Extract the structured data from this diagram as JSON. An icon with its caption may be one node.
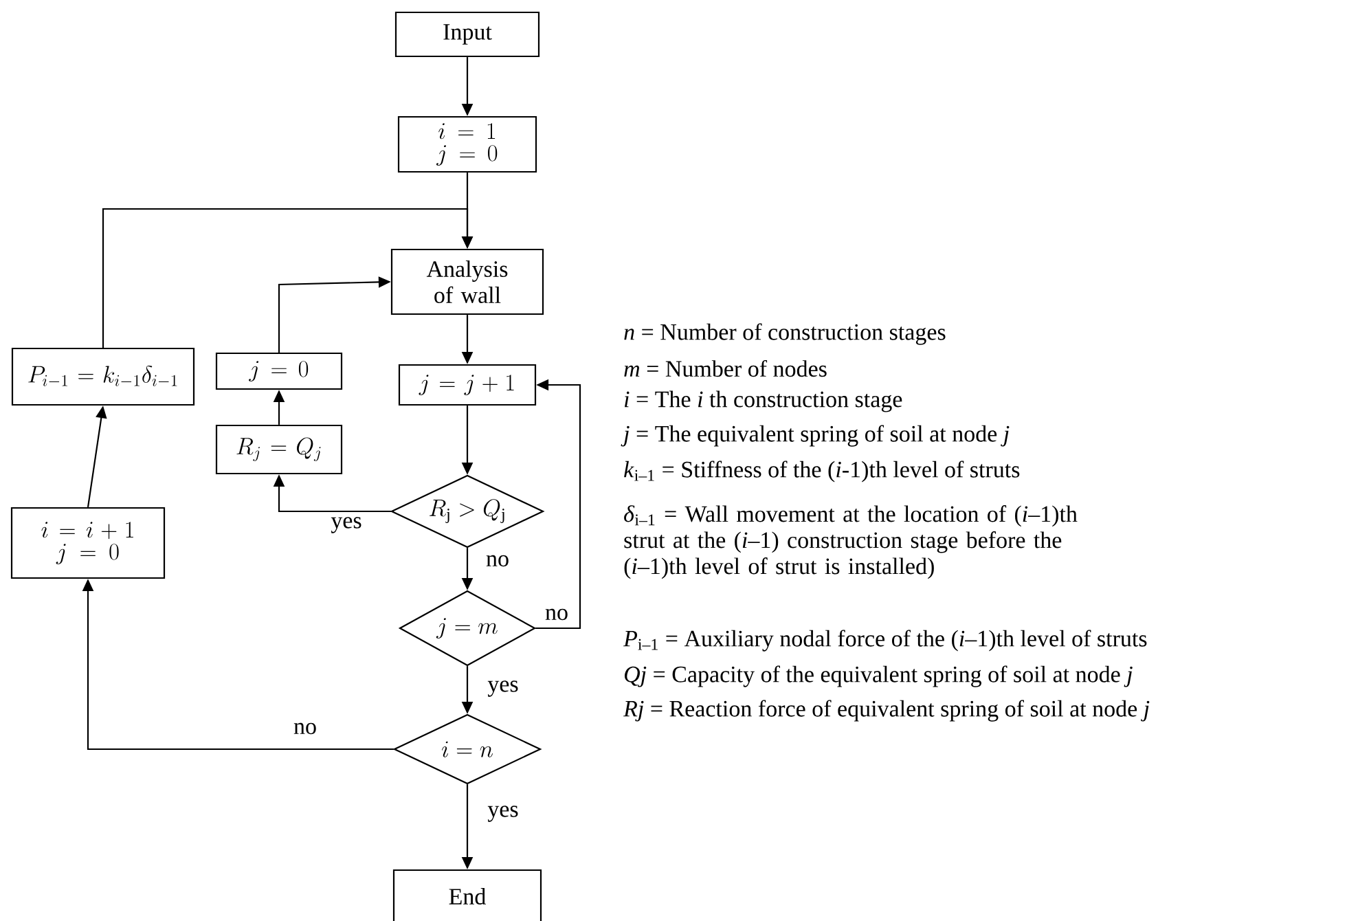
{
  "diagram": {
    "nodes": [
      {
        "text": [
          "Input"
        ]
      },
      {
        "text": [
          "i=1",
          "j=0"
        ]
      },
      {
        "text": [
          "Analysis of wall"
        ]
      },
      {
        "text": [
          "j=j+1"
        ]
      },
      {
        "text": [
          "R_\\mathrm{j}>Q_\\mathrm{j}"
        ]
      },
      {
        "text": [
          "j=m"
        ]
      },
      {
        "text": [
          "i=n"
        ]
      },
      {
        "text": [
          "End"
        ]
      },
      {
        "text": [
          "P_{i-1}=k_{i-1}\\delta_{i-1}"
        ]
      },
      {
        "text": [
          "i=i+1",
          "j=0"
        ]
      },
      {
        "text": [
          "j=0"
        ]
      },
      {
        "text": [
          "R_j=Q_j"
        ]
      }
    ],
    "edges": [
      {
        "from": 0,
        "to": 1,
        "arrow": "to"
      },
      {
        "from": 1,
        "to": 2,
        "arrow": "to"
      },
      {
        "from": 8,
        "to": 2,
        "arrow": "to"
      },
      {
        "from": 10,
        "to": 2,
        "arrow": "to"
      },
      {
        "from": 2,
        "to": 3,
        "arrow": "to"
      },
      {
        "from": 3,
        "to": 4,
        "arrow": "to"
      },
      {
        "from": 4,
        "to": 11,
        "arrow": "to",
        "label": "yes"
      },
      {
        "from": 11,
        "to": 10,
        "arrow": "to"
      },
      {
        "from": 4,
        "to": 5,
        "arrow": "to",
        "label": "no"
      },
      {
        "from": 5,
        "to": 3,
        "arrow": "to",
        "label": "no"
      },
      {
        "from": 5,
        "to": 6,
        "arrow": "to",
        "label": "yes"
      },
      {
        "from": 6,
        "to": 7,
        "arrow": "to",
        "label": "yes"
      },
      {
        "from": 6,
        "to": 9,
        "arrow": "to",
        "label": "no"
      },
      {
        "from": 9,
        "to": 8,
        "arrow": "to"
      }
    ],
    "labels": [
      "*n* = Number of construction stages",
      "*m* = Number of nodes",
      "*i* = The *i* th construction stage",
      "*j* = The equivalent spring of soil at node *j*",
      "*k*$_{i–1}$ = Stiffness of the (*i*-1)th level of struts",
      "*δ*$_{i–1}$ = Wall movement at the location of (*i*–1)th strut at the (*i*–1) construction stage before the (*i*–1)th level of strut is installed)",
      "*P*$_{i–1}$ = Auxiliary nodal force of the (*i*–1)th level of struts",
      "*Qj* = Capacity of the equivalent spring of soil at node *j*",
      "*Rj* = Reaction force of equivalent spring of soil at node *j*"
    ]
  }
}
